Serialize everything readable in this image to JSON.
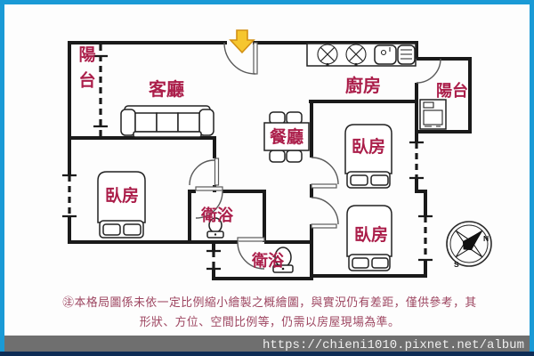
{
  "frame": {
    "border_color": "#1a9ad6",
    "bottom_strip_color": "#0d2c55",
    "url_bar_color": "#6f6f6f",
    "background_color": "#fdfdfd"
  },
  "watermark": {
    "url_text": "https://chieni1010.pixnet.net/album",
    "text_color": "#efefef"
  },
  "floorplan": {
    "wall_color": "#1a1a1a",
    "label_color": "#ab1e4a",
    "entrance_arrow_color": "#f6c62f",
    "entrance_arrow_border": "#d29014",
    "rooms": [
      {
        "id": "balcony-left",
        "label": "陽台"
      },
      {
        "id": "living-room",
        "label": "客廳"
      },
      {
        "id": "kitchen",
        "label": "廚房"
      },
      {
        "id": "balcony-right",
        "label": "陽台"
      },
      {
        "id": "dining-room",
        "label": "餐廳"
      },
      {
        "id": "bedroom-left",
        "label": "臥房"
      },
      {
        "id": "bedroom-top-right",
        "label": "臥房"
      },
      {
        "id": "bedroom-bottom-right",
        "label": "臥房"
      },
      {
        "id": "bathroom-upper",
        "label": "衛浴"
      },
      {
        "id": "bathroom-lower",
        "label": "衛浴"
      }
    ],
    "compass": {
      "north_label": "N",
      "south_label": "S"
    }
  },
  "disclaimer": {
    "color": "#9d4560",
    "line1": "㊟本格局圖係未依一定比例縮小繪製之概繪圖，與實況仍有差距，僅供參考，其",
    "line2": "形狀、方位、空間比例等，仍需以房屋現場為準。"
  }
}
